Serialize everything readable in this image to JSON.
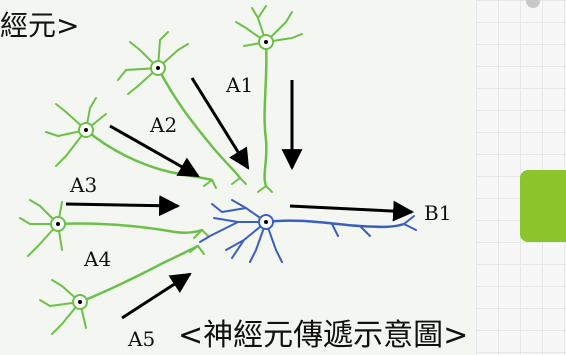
{
  "heading_fragment": "經元>",
  "caption": "<神經元傳遞示意圖>",
  "labels": {
    "a1": "A1",
    "a2": "A2",
    "a3": "A3",
    "a4": "A4",
    "a5": "A5",
    "b1": "B1"
  },
  "colors": {
    "presynaptic_neuron": "#6cc04a",
    "postsynaptic_neuron": "#3b5fbf",
    "arrow": "#000000",
    "side_block": "#8cc42c"
  }
}
